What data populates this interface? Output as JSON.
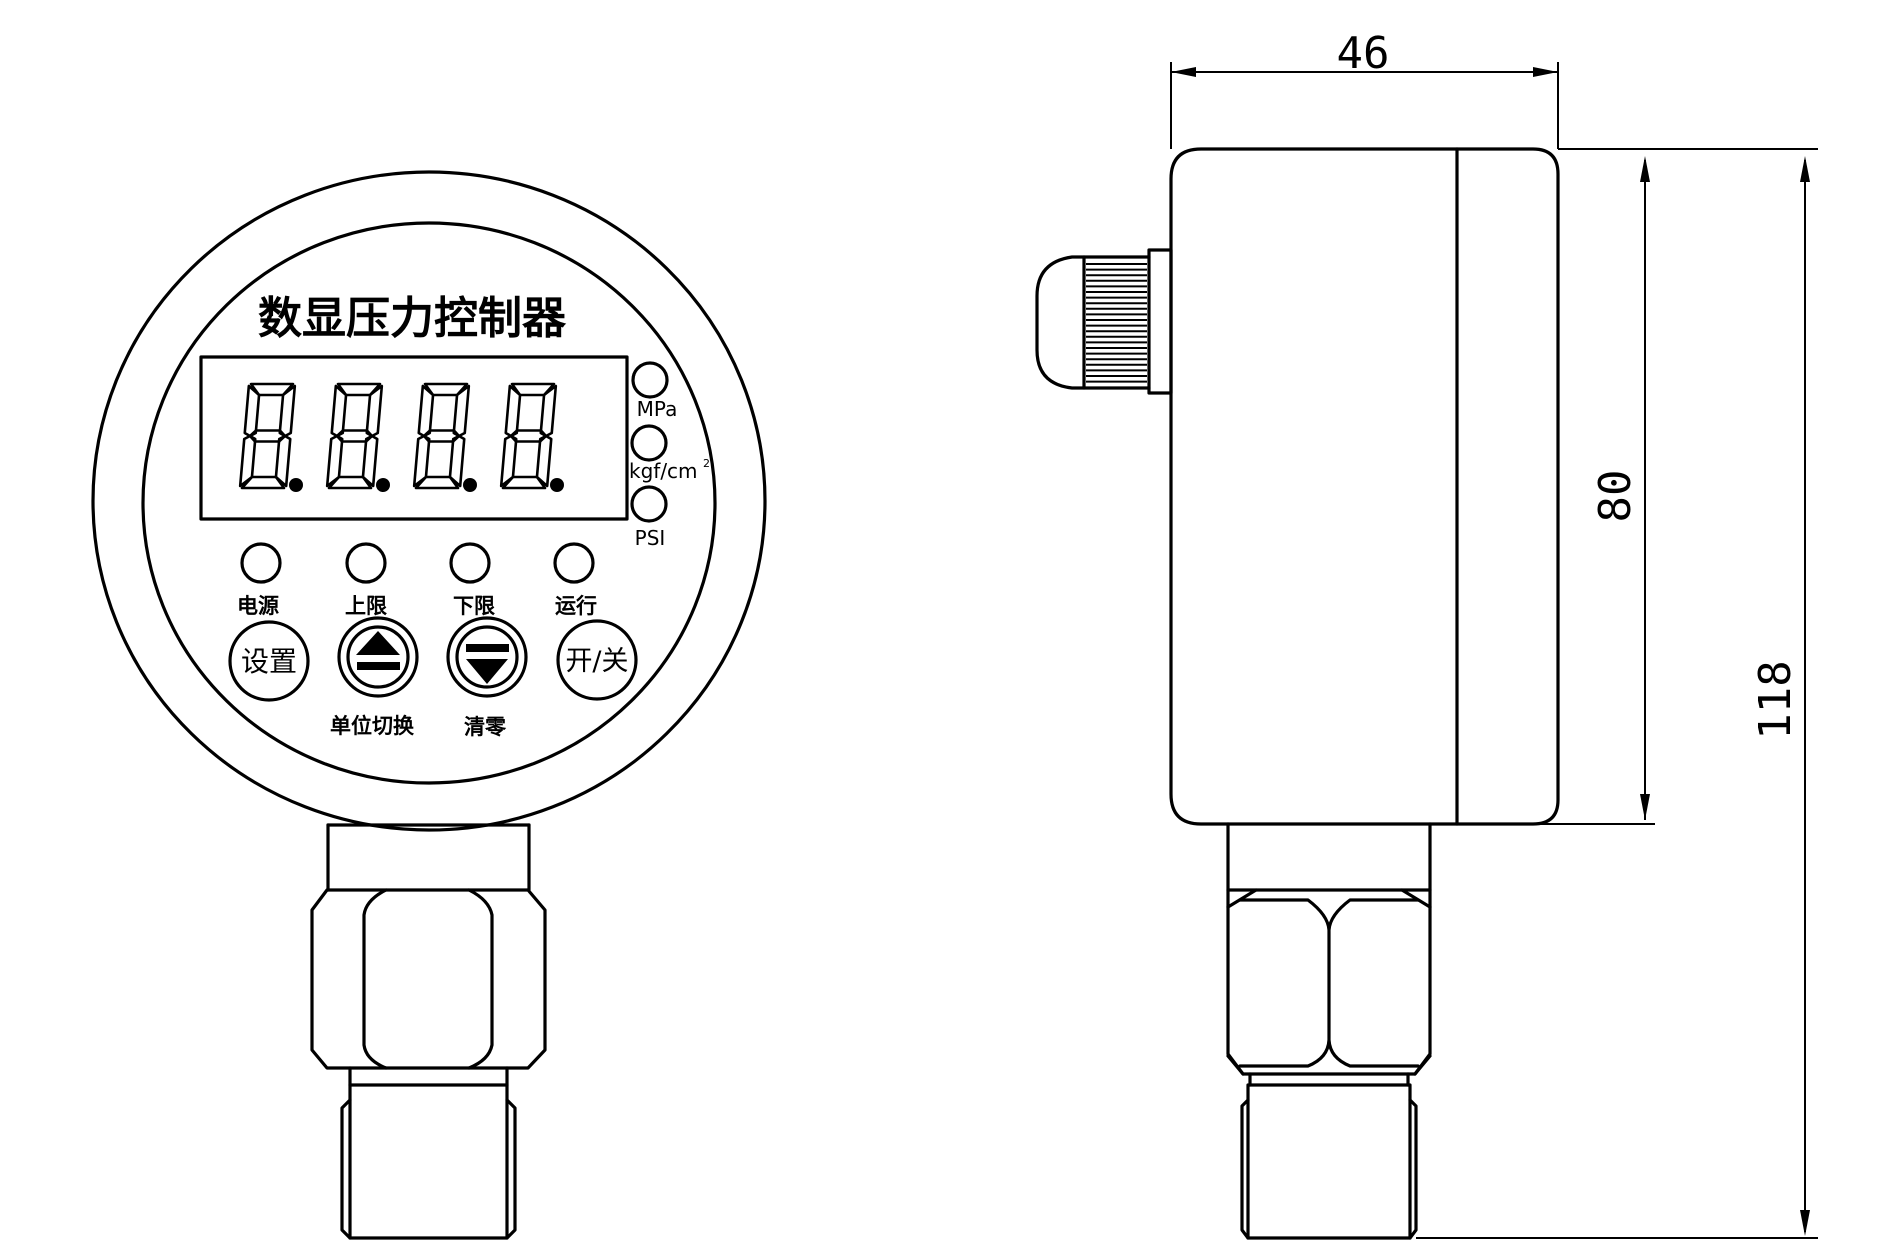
{
  "front_view": {
    "title": "数显压力控制器",
    "unit_labels": [
      "MPa",
      "kgf/cm",
      "PSI"
    ],
    "unit_superscript": "2",
    "status_labels": [
      "电源",
      "上限",
      "下限",
      "运行"
    ],
    "button_set": "设置",
    "button_power": "开/关",
    "label_unit_switch": "单位切换",
    "label_zero": "清零"
  },
  "side_view": {
    "dimensions": {
      "width": "46",
      "body_height": "80",
      "total_height": "118"
    }
  },
  "colors": {
    "line": "#000000",
    "background": "#ffffff"
  }
}
